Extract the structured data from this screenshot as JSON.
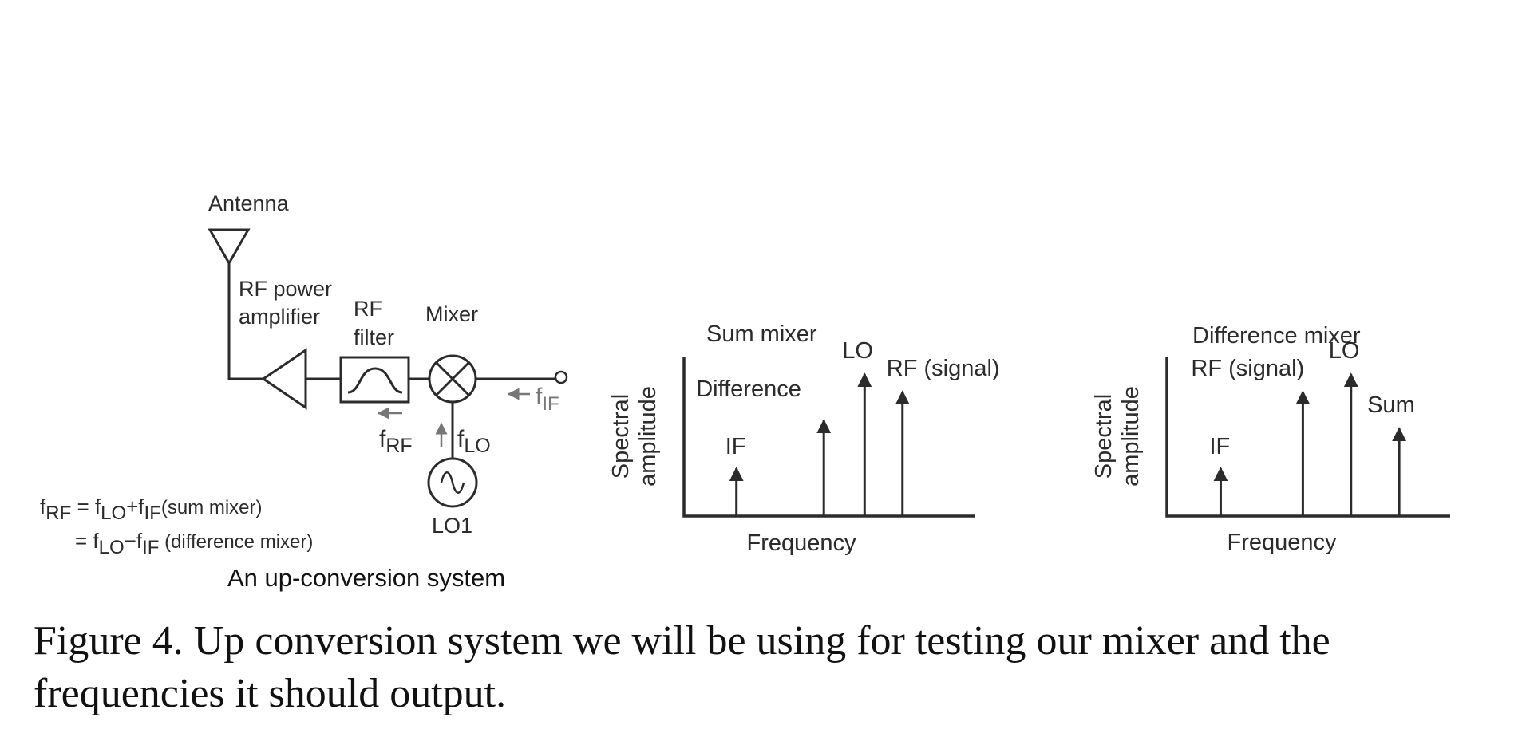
{
  "diagram": {
    "antenna": "Antenna",
    "rf_power_amplifier": [
      "RF power",
      "amplifier"
    ],
    "rf_filter": [
      "RF",
      "filter"
    ],
    "mixer": "Mixer",
    "lo1": "LO1",
    "f_if": {
      "base": "f",
      "sub": "IF"
    },
    "f_rf": {
      "base": "f",
      "sub": "RF"
    },
    "f_lo": {
      "base": "f",
      "sub": "LO"
    },
    "formula_line1": {
      "p1": "f",
      "s1": "RF",
      "p2": " = f",
      "s2": "LO",
      "p3": "+f",
      "s3": "IF",
      "p4": "(sum mixer)"
    },
    "formula_line2": {
      "p1": "= f",
      "s1": "LO",
      "p2": "−f",
      "s2": "IF",
      "p3": " (difference mixer)"
    },
    "system_title": "An up-conversion system"
  },
  "chart_data": [
    {
      "type": "spectrum",
      "title": "Sum mixer",
      "ylabel": [
        "Spectral",
        "amplitude"
      ],
      "xlabel": "Frequency",
      "lines": [
        {
          "label": "IF",
          "position": 0.18,
          "height": 0.3
        },
        {
          "label": "Difference",
          "position": 0.48,
          "height": 0.6
        },
        {
          "label": "LO",
          "position": 0.62,
          "height": 0.89
        },
        {
          "label": "RF (signal)",
          "position": 0.75,
          "height": 0.78
        }
      ]
    },
    {
      "type": "spectrum",
      "title": "Difference mixer",
      "ylabel": [
        "Spectral",
        "amplitude"
      ],
      "xlabel": "Frequency",
      "lines": [
        {
          "label": "IF",
          "position": 0.19,
          "height": 0.3
        },
        {
          "label": "RF (signal)",
          "position": 0.48,
          "height": 0.78
        },
        {
          "label": "LO",
          "position": 0.65,
          "height": 0.89
        },
        {
          "label": "Sum",
          "position": 0.82,
          "height": 0.55
        }
      ]
    }
  ],
  "caption": "Figure 4. Up conversion system we will be using for testing our mixer and the frequencies it should output."
}
